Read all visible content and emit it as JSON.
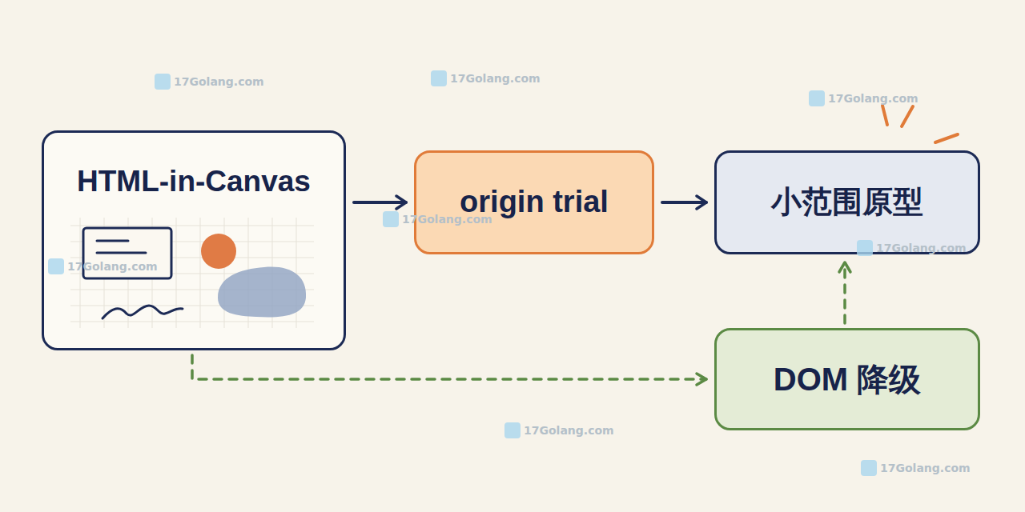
{
  "diagram": {
    "nodes": [
      {
        "text": [
          "HTML-in-Canvas"
        ]
      },
      {
        "text": [
          "origin trial"
        ]
      },
      {
        "text": [
          "小范围原型"
        ]
      },
      {
        "text": [
          "DOM 降级"
        ]
      }
    ],
    "edges": [
      {
        "from": 0,
        "to": 1,
        "arrow": "to"
      },
      {
        "from": 1,
        "to": 2,
        "arrow": "to"
      },
      {
        "from": 0,
        "to": 3,
        "arrow": "to"
      },
      {
        "from": 3,
        "to": 2,
        "arrow": "to"
      }
    ],
    "labels": [
      "17Golang.com",
      "17Golang.com",
      "17Golang.com",
      "17Golang.com",
      "17Golang.com",
      "17Golang.com",
      "17Golang.com",
      "17Golang.com"
    ]
  }
}
